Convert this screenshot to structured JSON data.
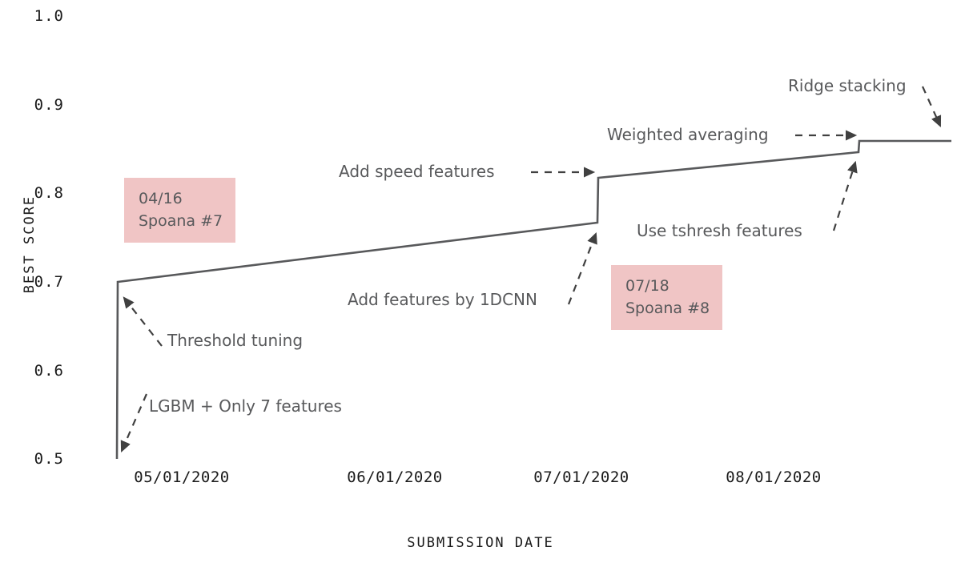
{
  "chart_data": {
    "type": "line",
    "title": "",
    "xlabel": "SUBMISSION DATE",
    "ylabel": "BEST SCORE",
    "ylim": [
      0.5,
      1.0
    ],
    "yticks": [
      "1.0",
      "0.9",
      "0.8",
      "0.7",
      "0.6",
      "0.5"
    ],
    "ytick_values": [
      1.0,
      0.9,
      0.8,
      0.7,
      0.6,
      0.5
    ],
    "xticks": [
      "05/01/2020",
      "06/01/2020",
      "07/01/2020",
      "08/01/2020"
    ],
    "grid": false,
    "legend": "none",
    "line_color": "#58595b",
    "series": [
      {
        "name": "Best score",
        "points": [
          {
            "x": "04/16/2020",
            "y": 0.5
          },
          {
            "x": "04/16/2020",
            "y": 0.7
          },
          {
            "x": "07/01/2020",
            "y": 0.77
          },
          {
            "x": "07/01/2020",
            "y": 0.815
          },
          {
            "x": "08/16/2020",
            "y": 0.863
          },
          {
            "x": "08/16/2020",
            "y": 0.877
          },
          {
            "x": "09/01/2020",
            "y": 0.877
          }
        ]
      }
    ],
    "annotations": [
      {
        "id": "lgbm",
        "label": "LGBM + Only 7 features",
        "target_y": 0.5,
        "arrow": "diagonal-down-left"
      },
      {
        "id": "threshold",
        "label": "Threshold tuning",
        "target_y": 0.7,
        "arrow": "diagonal-up-left"
      },
      {
        "id": "cnn",
        "label": "Add features by 1DCNN",
        "target_y": 0.77,
        "arrow": "diagonal-up-right"
      },
      {
        "id": "speed",
        "label": "Add speed features",
        "target_y": 0.815,
        "arrow": "horizontal-right"
      },
      {
        "id": "tshresh",
        "label": "Use tshresh features",
        "target_y": 0.863,
        "arrow": "diagonal-up-right"
      },
      {
        "id": "weighted",
        "label": "Weighted averaging",
        "target_y": 0.877,
        "arrow": "horizontal-right"
      },
      {
        "id": "ridge",
        "label": "Ridge stacking",
        "target_y": 0.877,
        "arrow": "diagonal-down-right"
      }
    ],
    "notes": [
      {
        "id": "note-1",
        "date": "04/16",
        "event": "Spoana #7",
        "color": "#f0c5c5"
      },
      {
        "id": "note-2",
        "date": "07/18",
        "event": "Spoana #8",
        "color": "#f0c5c5"
      }
    ]
  },
  "axis": {
    "y_title": "BEST SCORE",
    "x_title": "SUBMISSION DATE",
    "y_labels": [
      "1.0",
      "0.9",
      "0.8",
      "0.7",
      "0.6",
      "0.5"
    ],
    "x_labels": [
      "05/01/2020",
      "06/01/2020",
      "07/01/2020",
      "08/01/2020"
    ]
  },
  "annotations": {
    "lgbm": "LGBM + Only 7 features",
    "threshold": "Threshold tuning",
    "cnn": "Add features by 1DCNN",
    "speed": "Add speed features",
    "tshresh": "Use tshresh features",
    "weighted": "Weighted averaging",
    "ridge": "Ridge stacking"
  },
  "notes": {
    "note1_date": "04/16",
    "note1_event": "Spoana #7",
    "note2_date": "07/18",
    "note2_event": "Spoana #8"
  }
}
